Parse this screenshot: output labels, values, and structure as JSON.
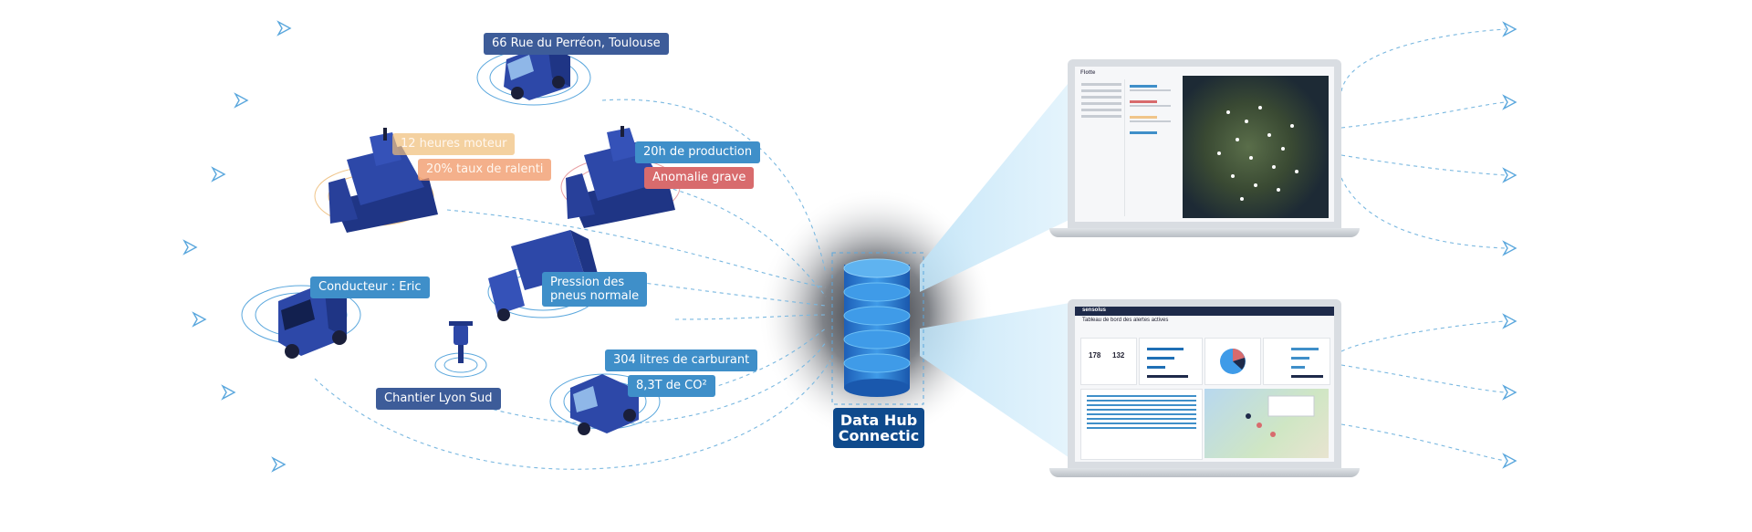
{
  "diagram": {
    "hub_label_line1": "Data Hub",
    "hub_label_line2": "Connectic",
    "labels": {
      "address": "66 Rue du Perréon, Toulouse",
      "engine_hours": "12 heures moteur",
      "idle_rate": "20% taux de ralenti",
      "production": "20h de production",
      "anomaly": "Anomalie grave",
      "driver": "Conducteur : Eric",
      "tire_line1": "Pression des",
      "tire_line2": "pneus normale",
      "site": "Chantier Lyon Sud",
      "fuel": "304 litres de carburant",
      "co2": "8,3T de CO²"
    },
    "dashboard_title": "Tableau de bord des alertes actives",
    "dashboard_brand": "sensolus",
    "kpi_1": "178",
    "kpi_2": "132",
    "map_panel_title": "Flotte"
  },
  "colors": {
    "label_blue": "#3f8fc9",
    "label_navy": "#3d5c99",
    "hub_blue": "#0f4a8c",
    "line_blue": "#7ab8e0"
  }
}
